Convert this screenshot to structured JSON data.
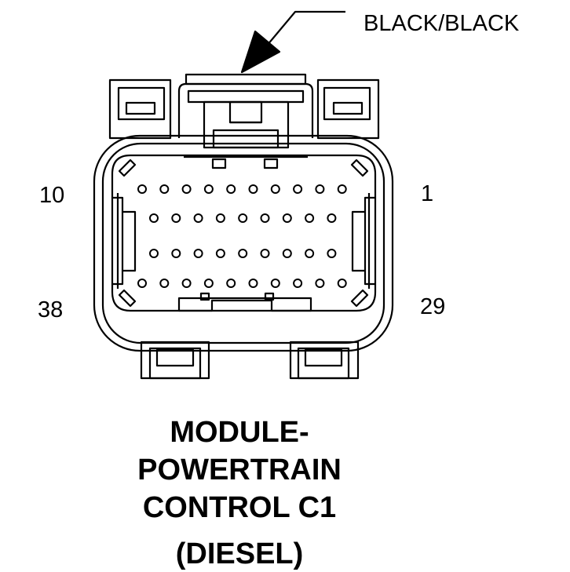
{
  "callout": {
    "wire_color": "BLACK/BLACK"
  },
  "pin_labels": {
    "top_left": "10",
    "top_right": "1",
    "bottom_left": "38",
    "bottom_right": "29"
  },
  "title": {
    "line1": "MODULE-",
    "line2": "POWERTRAIN",
    "line3": "CONTROL C1",
    "line4": "(DIESEL)"
  },
  "connector": {
    "pin_rows": [
      10,
      9,
      9,
      10
    ]
  }
}
